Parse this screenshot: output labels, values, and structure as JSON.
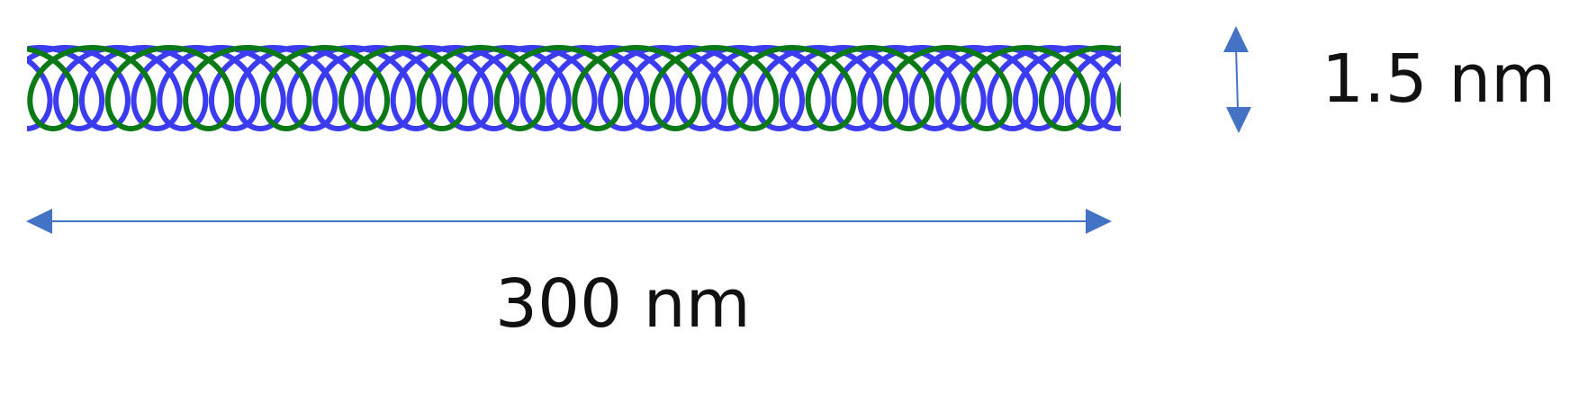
{
  "labels": {
    "diameter": "1.5 nm",
    "length": "300 nm"
  },
  "colors": {
    "strand_blue": "#3b3bf0",
    "strand_green": "#0b7a16",
    "arrow": "#4472c4",
    "text": "#111111",
    "background": "#ffffff"
  },
  "helix": {
    "strand_count": 3,
    "turns": 14
  }
}
